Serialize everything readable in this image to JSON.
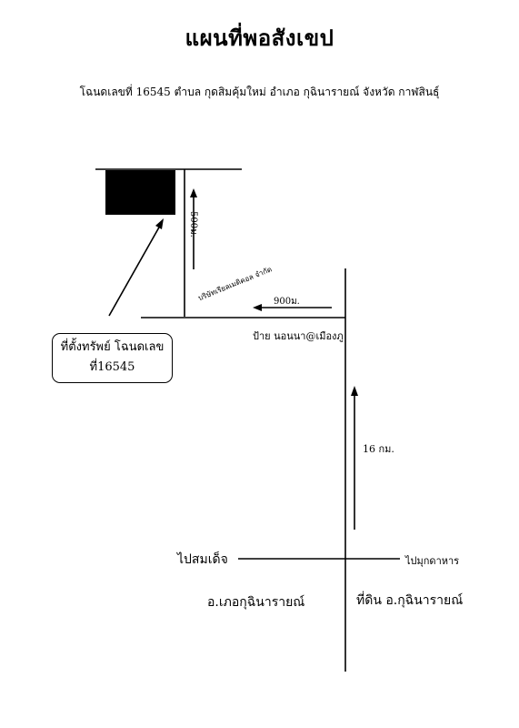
{
  "title": "แผนที่พอสังเขป",
  "subtitle": "โฉนดเลขที่ 16545 ตำบล กุดสิมคุ้มใหม่ อำเภอ กุฉินารายณ์ จังหวัด กาฬสินธุ์",
  "labels": {
    "distance_vertical_short": "500ม.",
    "company": "บริษัทเรียลเมติคอล จำกัด",
    "distance_horizontal": "900ม.",
    "sign": "ป้าย นอนนา@เมืองภู",
    "distance_main": "16 กม.",
    "to_left": "ไปสมเด็จ",
    "to_right": "ไปมุกดาหาร",
    "district_left": "อ.เภอกุฉินารายณ์",
    "district_right": "ที่ดิน อ.กุฉินารายณ์"
  },
  "callout": {
    "line1": "ที่ตั้งทรัพย์ โฉนดเลข",
    "line2": "ที่16545"
  },
  "colors": {
    "ink": "#000000",
    "background": "#ffffff"
  }
}
